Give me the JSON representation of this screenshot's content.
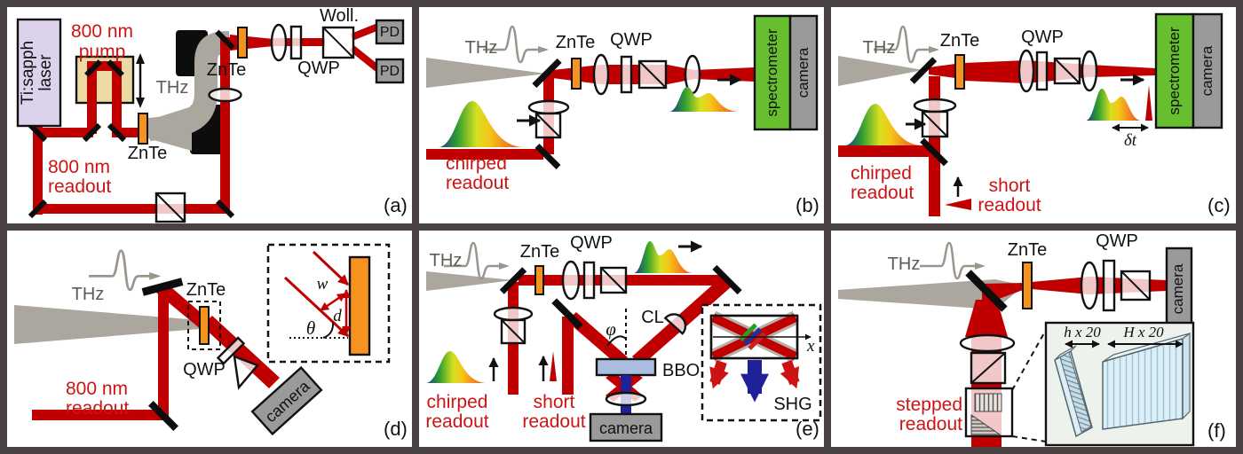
{
  "colors": {
    "frame": "#4a4142",
    "beam_red": "#c00000",
    "beam_gray": "#aba69e",
    "crystal_orange": "#f6921e",
    "laser_lavender": "#ddd2ec",
    "delay_tan": "#ecd9a4",
    "spectrometer_green": "#67bf2f",
    "device_gray": "#9a9a9a",
    "bbo_blue": "#aabdde",
    "shg_blue": "#202099",
    "label_red": "#cc1414"
  },
  "panels": {
    "a": {
      "tag": "(a)",
      "laser_line1": "Ti:sapph",
      "laser_line2": "laser",
      "pump_line1": "800 nm",
      "pump_line2": "pump",
      "readout_line1": "800 nm",
      "readout_line2": "readout",
      "thz": "THz",
      "znte_emitter": "ZnTe",
      "znte_detector": "ZnTe",
      "qwp": "QWP",
      "wollaston": "Woll.",
      "pd_top": "PD",
      "pd_bottom": "PD"
    },
    "b": {
      "tag": "(b)",
      "thz": "THz",
      "znte": "ZnTe",
      "qwp": "QWP",
      "chirped_line1": "chirped",
      "chirped_line2": "readout",
      "spectrometer": "spectrometer",
      "camera": "camera"
    },
    "c": {
      "tag": "(c)",
      "thz": "THz",
      "znte": "ZnTe",
      "qwp": "QWP",
      "chirped_line1": "chirped",
      "chirped_line2": "readout",
      "short_line1": "short",
      "short_line2": "readout",
      "delta_t": "δt",
      "spectrometer": "spectrometer",
      "camera": "camera"
    },
    "d": {
      "tag": "(d)",
      "thz": "THz",
      "znte": "ZnTe",
      "qwp": "QWP",
      "camera": "camera",
      "readout_line1": "800 nm",
      "readout_line2": "readout",
      "w": "w",
      "d": "d",
      "theta": "θ"
    },
    "e": {
      "tag": "(e)",
      "thz": "THz",
      "znte": "ZnTe",
      "qwp": "QWP",
      "cl": "CL",
      "phi": "φ",
      "bbo": "BBO",
      "camera": "camera",
      "chirped_line1": "chirped",
      "chirped_line2": "readout",
      "short_line1": "short",
      "short_line2": "readout",
      "x_axis": "x",
      "shg": "SHG"
    },
    "f": {
      "tag": "(f)",
      "thz": "THz",
      "znte": "ZnTe",
      "qwp": "QWP",
      "camera": "camera",
      "stepped_line1": "stepped",
      "stepped_line2": "readout",
      "h_label": "h x 20",
      "H_label": "H x 20"
    }
  }
}
